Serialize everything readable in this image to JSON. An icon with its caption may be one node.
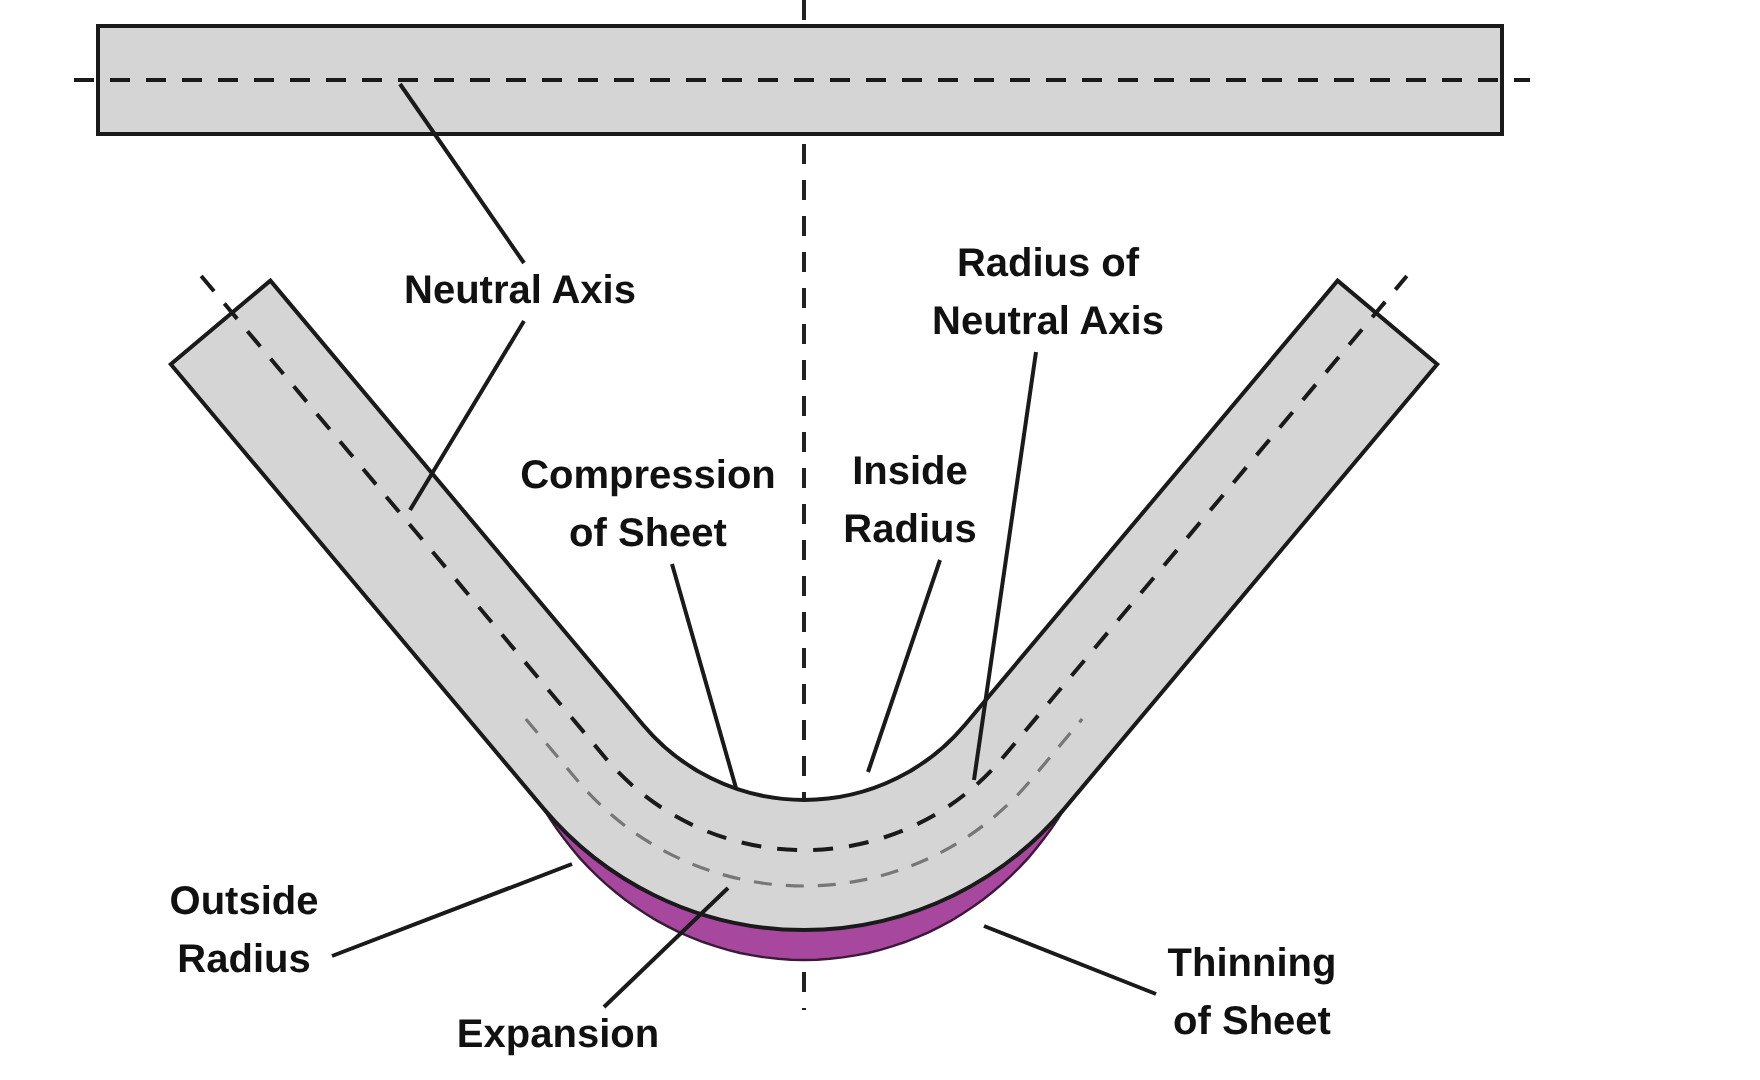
{
  "diagram": {
    "nodes": [
      {
        "text": [
          "Neutral Axis"
        ]
      },
      {
        "text": [
          "Radius of Neutral Axis"
        ]
      },
      {
        "text": [
          "Compression of Sheet"
        ]
      },
      {
        "text": [
          "Inside Radius"
        ]
      },
      {
        "text": [
          "Outside Radius"
        ]
      },
      {
        "text": [
          "Expansion"
        ]
      },
      {
        "text": [
          "Thinning of Sheet"
        ]
      }
    ],
    "edges": [
      {
        "from": 0,
        "to": null,
        "arrow": "none"
      },
      {
        "from": 0,
        "to": null,
        "arrow": "none"
      },
      {
        "from": 1,
        "to": null,
        "arrow": "none"
      },
      {
        "from": 2,
        "to": null,
        "arrow": "none"
      },
      {
        "from": 3,
        "to": null,
        "arrow": "none"
      },
      {
        "from": 4,
        "to": null,
        "arrow": "none"
      },
      {
        "from": 5,
        "to": null,
        "arrow": "none"
      },
      {
        "from": 6,
        "to": null,
        "arrow": "none"
      }
    ]
  }
}
